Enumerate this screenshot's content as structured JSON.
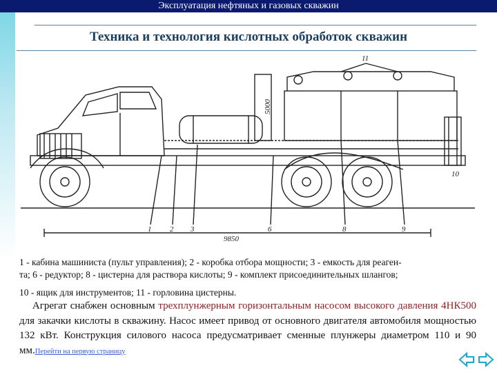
{
  "header": {
    "title": "Эксплуатация нефтяных и газовых скважин"
  },
  "slide": {
    "title": "Техника и технология кислотных обработок скважин"
  },
  "drawing": {
    "callouts": [
      "1",
      "2",
      "3",
      "6",
      "8",
      "9",
      "10",
      "11"
    ],
    "dimension": "9850",
    "tank_label": "5000"
  },
  "caption": {
    "line1": "1 - кабина машиниста (пульт управления); 2 - коробка отбора мощности; 3 - емкость для реаген-",
    "line2": "та; 6 - редуктор; 8 - цистерна для раствора кислоты; 9 - комплект присоединительных шлангов;",
    "line3": "10 - ящик для инструментов; 11 - горловина цистерны."
  },
  "paragraph": {
    "part1": "Агрегат снабжен основным ",
    "highlight": "трехплунжерным горизонтальным насосом высокого давления 4НК500",
    "part2": " для закачки кислоты в скважину. Насос имеет привод от основного двигателя автомобиля мощностью 132 кВт. Конструкция силового насоса предусматривает сменные плунжеры диаметром 110 и 90 мм."
  },
  "navigation": {
    "first_page_link": "Перейти на первую страницу"
  },
  "colors": {
    "header_bg": "#0a1a6e",
    "title": "#1d3f5e",
    "highlight": "#8a1f1f",
    "link": "#3a5bd8",
    "nav_arrows": "#1aa9c8"
  }
}
